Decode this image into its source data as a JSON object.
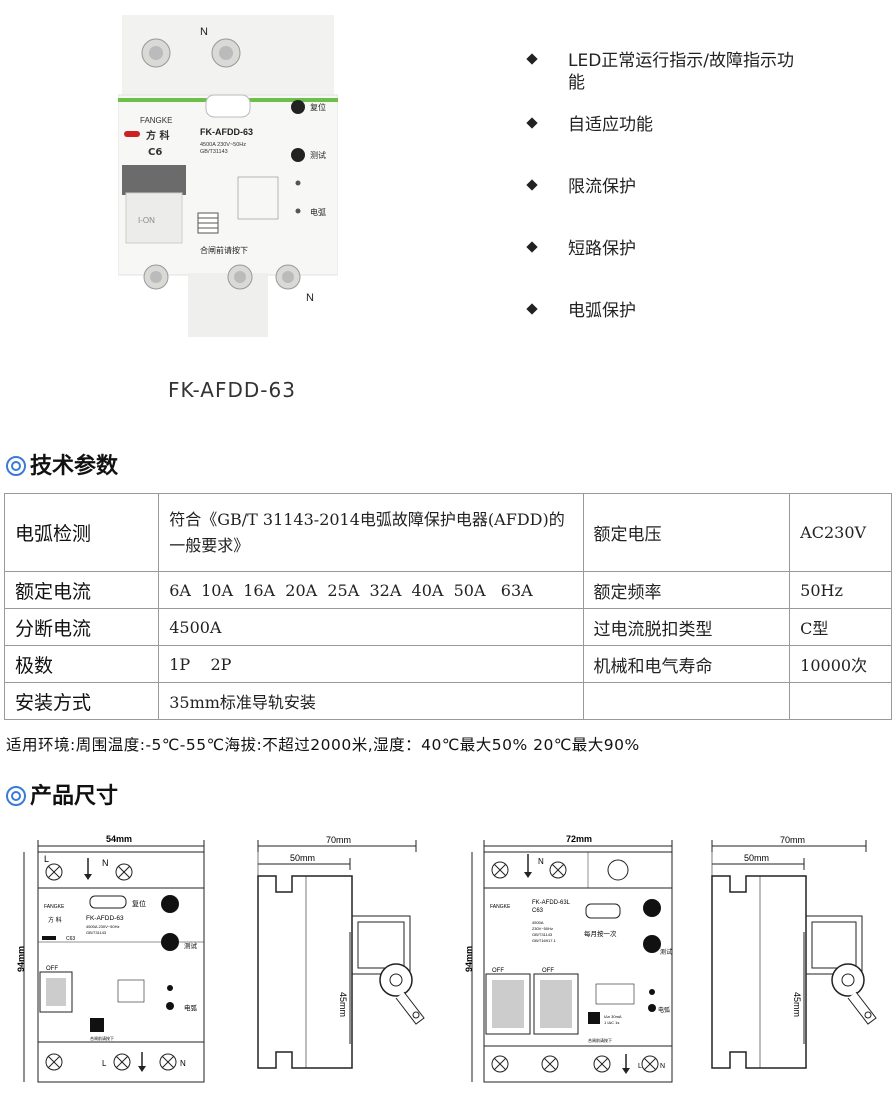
{
  "product": {
    "model_caption": "FK-AFDD-63",
    "photo": {
      "top_terminal_label": "N",
      "bottom_terminal_label": "N",
      "brand_name": "FANGKE",
      "brand_cn": "方 科",
      "rating": "C6",
      "model": "FK-AFDD-63",
      "spec_line1": "4500A 230V~50Hz",
      "spec_line2": "GB/T31143",
      "reset_label": "复位",
      "test_label": "测试",
      "arc_label": "电弧",
      "handle_label": "I-ON",
      "press_note": "合闸前请按下"
    }
  },
  "features": [
    {
      "text": "LED正常运行指示/故障指示功能"
    },
    {
      "text": "自适应功能"
    },
    {
      "text": "限流保护"
    },
    {
      "text": "短路保护"
    },
    {
      "text": "电弧保护"
    }
  ],
  "sections": {
    "tech_params": "技术参数",
    "dimensions": "产品尺寸"
  },
  "spec_table": {
    "rows": [
      {
        "label": "电弧检测",
        "value": "符合《GB/T 31143-2014电弧故障保护电器(AFDD)的一般要求》",
        "label2": "额定电压",
        "value2": "AC230V"
      },
      {
        "label": "额定电流",
        "value": "6A  10A  16A  20A  25A  32A  40A  50A   63A",
        "label2": "额定频率",
        "value2": "50Hz"
      },
      {
        "label": "分断电流",
        "value": "4500A",
        "label2": "过电流脱扣类型",
        "value2": "C型"
      },
      {
        "label": "极数",
        "value": "1P    2P",
        "label2": "机械和电气寿命",
        "value2": "10000次"
      },
      {
        "label": "安装方式",
        "value": "35mm标准导轨安装",
        "label2": "",
        "value2": ""
      }
    ]
  },
  "environment": "适用环境:周围温度:-5℃-55℃海拔:不超过2000米,湿度：40℃最大50% 20℃最大90%",
  "drawings": {
    "d1": {
      "width": "54mm",
      "height": "94mm",
      "L": "L",
      "N": "N",
      "brand": "FANGKE",
      "brand_cn": "方 科",
      "model": "FK-AFDD-63",
      "spec": "4500A  230V~50Hz",
      "std": "GB/T31143",
      "rating": "C63",
      "reset": "复位",
      "test": "测试",
      "arc": "电弧",
      "off": "OFF",
      "note": "合闸前请按下"
    },
    "d2": {
      "depth": "70mm",
      "depth_inner": "50mm",
      "rail": "45mm"
    },
    "d3": {
      "width": "72mm",
      "height": "94mm",
      "N": "N",
      "L": "L",
      "brand": "FANGKE",
      "model": "FK-AFDD-63L",
      "rating": "C63",
      "spec": "4500A",
      "spec2": "230V~50Hz",
      "std1": "GB/T31143",
      "std2": "GB/T16917.1",
      "monthly": "每月按一次",
      "test": "测试",
      "arc": "电弧",
      "off1": "OFF",
      "off2": "OFF",
      "leak": "IΔn 30mA",
      "leak2": "1   IΔC 1s",
      "note": "合闸前请按下"
    },
    "d4": {
      "depth": "70mm",
      "depth_inner": "50mm",
      "rail": "45mm"
    }
  }
}
